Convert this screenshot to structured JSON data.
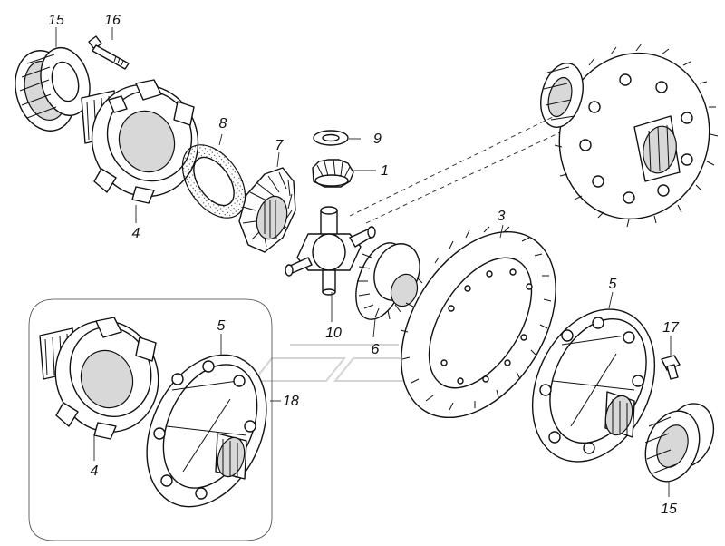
{
  "callouts": {
    "c15a": "15",
    "c16": "16",
    "c8": "8",
    "c9": "9",
    "c7": "7",
    "c1": "1",
    "c4a": "4",
    "c3": "3",
    "c10": "10",
    "c6": "6",
    "c5a": "5",
    "c5b": "5",
    "c17": "17",
    "c18": "18",
    "c4b": "4",
    "c15b": "15"
  },
  "colors": {
    "line": "#111111",
    "background": "#ffffff",
    "watermark": "#d4d4d4"
  }
}
